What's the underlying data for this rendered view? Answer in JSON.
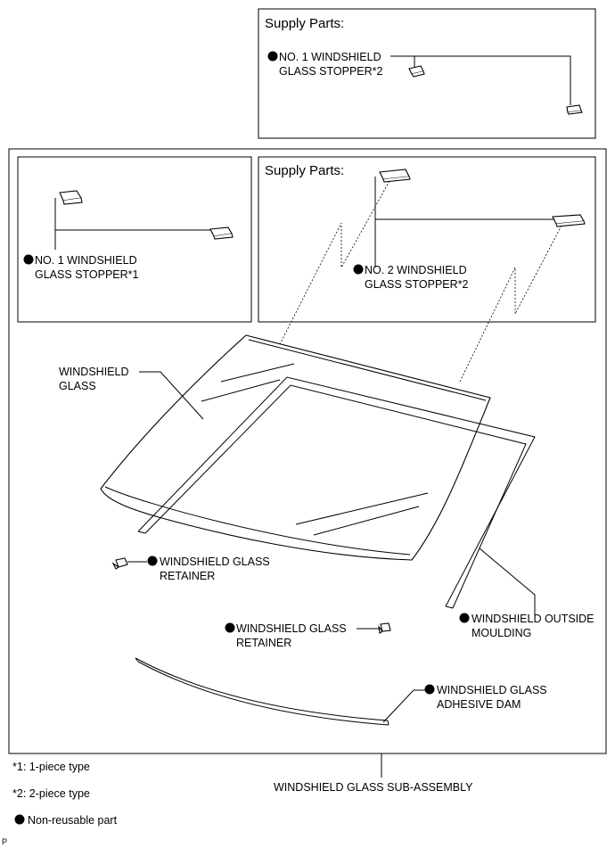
{
  "top_box": {
    "header": "Supply Parts:",
    "stopper2_label": [
      "NO. 1 WINDSHIELD",
      "GLASS STOPPER*2"
    ]
  },
  "main_box": {
    "left_inset": {
      "stopper1_label": [
        "NO. 1 WINDSHIELD",
        "GLASS STOPPER*1"
      ]
    },
    "right_inset": {
      "header": "Supply Parts:",
      "no2_label": [
        "NO. 2 WINDSHIELD",
        "GLASS STOPPER*2"
      ]
    },
    "windshield_glass_label": [
      "WINDSHIELD",
      "GLASS"
    ],
    "retainer_left_label": [
      "WINDSHIELD GLASS",
      "RETAINER"
    ],
    "retainer_center_label": [
      "WINDSHIELD GLASS",
      "RETAINER"
    ],
    "outside_moulding_label": [
      "WINDSHIELD OUTSIDE",
      "MOULDING"
    ],
    "adhesive_dam_label": [
      "WINDSHIELD GLASS",
      "ADHESIVE DAM"
    ]
  },
  "assembly_label": "WINDSHIELD GLASS SUB-ASSEMBLY",
  "legend": {
    "note1": "*1:  1-piece type",
    "note2": "*2:  2-piece type",
    "non_reusable": "Non-reusable part"
  },
  "corner_mark": "P"
}
